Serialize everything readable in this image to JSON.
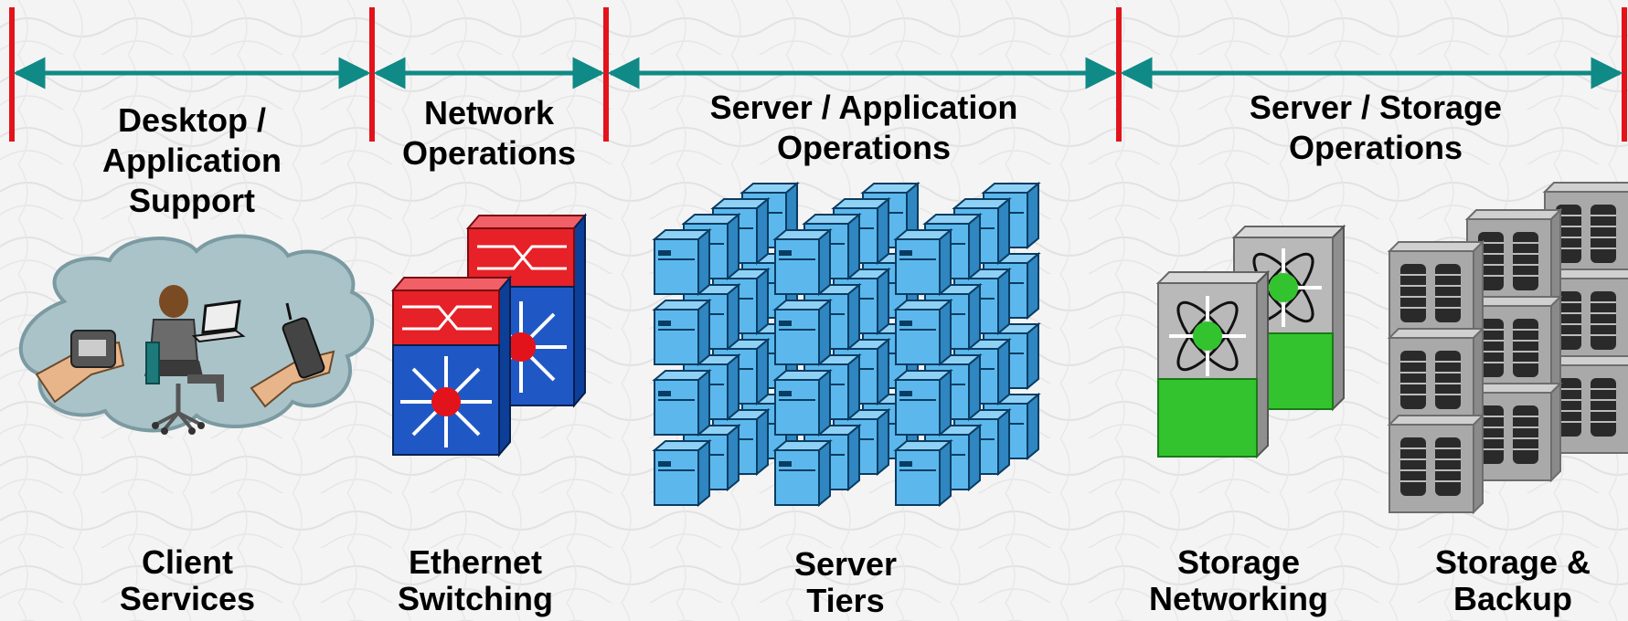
{
  "colors": {
    "divider": "#e3131b",
    "arrow": "#0f8a86",
    "cloud": "#a9c3c9",
    "switch_top": "#e62128",
    "switch_body": "#1f58c4",
    "server": "#5cb8ec",
    "storage_switch_top": "#b9b9b9",
    "storage_switch_bottom": "#33c32e",
    "disk_array": "#a9a9a9"
  },
  "operations": [
    {
      "id": "desktop",
      "lines": [
        "Desktop /",
        "Application",
        "Support"
      ]
    },
    {
      "id": "network",
      "lines": [
        "Network",
        "Operations"
      ]
    },
    {
      "id": "server_app",
      "lines": [
        "Server / Application",
        "Operations"
      ]
    },
    {
      "id": "server_storage",
      "lines": [
        "Server / Storage",
        "Operations"
      ]
    }
  ],
  "components": [
    {
      "id": "client",
      "icon": "client-cloud-icon",
      "lines": [
        "Client",
        "Services"
      ]
    },
    {
      "id": "ethernet",
      "icon": "multilayer-switch-icon",
      "lines": [
        "Ethernet",
        "Switching"
      ]
    },
    {
      "id": "server",
      "icon": "server-cluster-icon",
      "lines": [
        "Server",
        "Tiers"
      ]
    },
    {
      "id": "storage_net",
      "icon": "storage-switch-icon",
      "lines": [
        "Storage",
        "Networking"
      ]
    },
    {
      "id": "storage_backup",
      "icon": "disk-array-icon",
      "lines": [
        "Storage &",
        "Backup"
      ]
    }
  ]
}
